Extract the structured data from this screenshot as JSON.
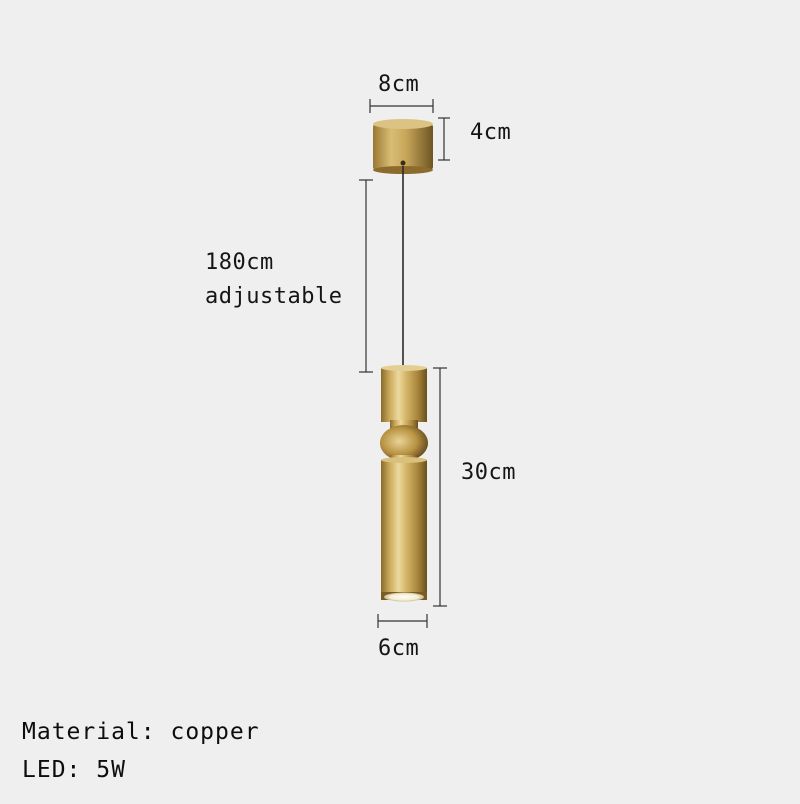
{
  "dimensions": {
    "canopy_width": "8cm",
    "canopy_height": "4cm",
    "cable_length": "180cm",
    "cable_note": "adjustable",
    "lamp_height": "30cm",
    "lamp_diameter": "6cm"
  },
  "specs": {
    "material": "Material: copper",
    "led": "LED: 5W"
  },
  "colors": {
    "background": "#efefef",
    "brass_light": "#e3cb8c",
    "brass_mid": "#b8933f",
    "brass_dark": "#6e5522",
    "dimension_line": "#333333"
  }
}
